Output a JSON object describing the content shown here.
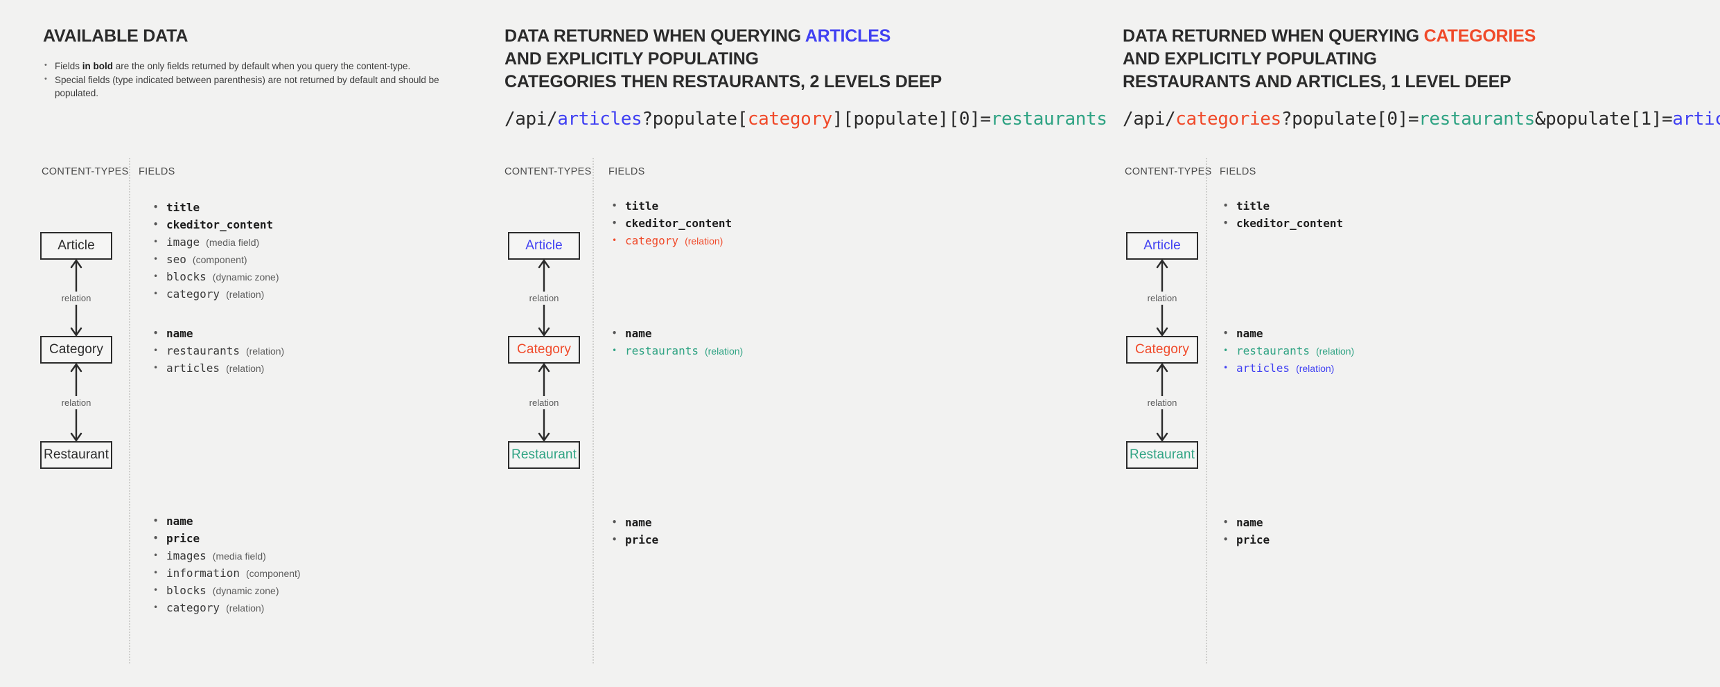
{
  "colors": {
    "background": "#f2f2f1",
    "ink": "#2b2b2b",
    "blue": "#4040f2",
    "red": "#f04a2a",
    "green": "#2fa383",
    "divider": "#cfcfcd"
  },
  "captions": {
    "content_types": "CONTENT-TYPES",
    "fields": "FIELDS",
    "relation": "relation"
  },
  "panels": [
    {
      "id": "available-data",
      "heading": {
        "lines": [
          [
            {
              "text": "AVAILABLE DATA",
              "color": "ink"
            }
          ]
        ]
      },
      "intro_bullets": [
        {
          "pre": "Fields ",
          "bold": "in bold",
          "post": " are the only fields returned by default when you query the content-type."
        },
        {
          "pre": "Special fields (type indicated between parenthesis) are not returned by default and should be populated.",
          "bold": "",
          "post": ""
        }
      ],
      "query": null,
      "nodes": [
        {
          "name": "Article",
          "color": "ink",
          "fields": [
            {
              "label": "title",
              "meta": "",
              "style": "bold"
            },
            {
              "label": "ckeditor_content",
              "meta": "",
              "style": "bold"
            },
            {
              "label": "image",
              "meta": "(media field)",
              "style": "normal"
            },
            {
              "label": "seo",
              "meta": "(component)",
              "style": "normal"
            },
            {
              "label": "blocks",
              "meta": "(dynamic zone)",
              "style": "normal"
            },
            {
              "label": "category",
              "meta": "(relation)",
              "style": "normal"
            }
          ]
        },
        {
          "name": "Category",
          "color": "ink",
          "fields": [
            {
              "label": "name",
              "meta": "",
              "style": "bold"
            },
            {
              "label": "restaurants",
              "meta": "(relation)",
              "style": "normal"
            },
            {
              "label": "articles",
              "meta": "(relation)",
              "style": "normal"
            }
          ]
        },
        {
          "name": "Restaurant",
          "color": "ink",
          "fields": [
            {
              "label": "name",
              "meta": "",
              "style": "bold"
            },
            {
              "label": "price",
              "meta": "",
              "style": "bold"
            },
            {
              "label": "images",
              "meta": "(media field)",
              "style": "normal"
            },
            {
              "label": "information",
              "meta": "(component)",
              "style": "normal"
            },
            {
              "label": "blocks",
              "meta": "(dynamic zone)",
              "style": "normal"
            },
            {
              "label": "category",
              "meta": "(relation)",
              "style": "normal"
            }
          ]
        }
      ]
    },
    {
      "id": "query-articles",
      "heading": {
        "lines": [
          [
            {
              "text": "DATA RETURNED WHEN QUERYING ",
              "color": "ink"
            },
            {
              "text": "ARTICLES",
              "color": "blue"
            }
          ],
          [
            {
              "text": "AND EXPLICITLY POPULATING",
              "color": "ink"
            }
          ],
          [
            {
              "text": "CATEGORIES THEN RESTAURANTS, 2 LEVELS DEEP",
              "color": "ink"
            }
          ]
        ]
      },
      "intro_bullets": [],
      "query": [
        {
          "text": "/api/",
          "color": "ink"
        },
        {
          "text": "articles",
          "color": "blue"
        },
        {
          "text": "?populate[",
          "color": "ink"
        },
        {
          "text": "category",
          "color": "red"
        },
        {
          "text": "][populate][0]=",
          "color": "ink"
        },
        {
          "text": "restaurants",
          "color": "green"
        }
      ],
      "nodes": [
        {
          "name": "Article",
          "color": "blue",
          "fields": [
            {
              "label": "title",
              "meta": "",
              "style": "bold"
            },
            {
              "label": "ckeditor_content",
              "meta": "",
              "style": "bold"
            },
            {
              "label": "category",
              "meta": "(relation)",
              "style": "red"
            }
          ]
        },
        {
          "name": "Category",
          "color": "red",
          "fields": [
            {
              "label": "name",
              "meta": "",
              "style": "bold"
            },
            {
              "label": "restaurants",
              "meta": "(relation)",
              "style": "green"
            }
          ]
        },
        {
          "name": "Restaurant",
          "color": "green",
          "fields": [
            {
              "label": "name",
              "meta": "",
              "style": "bold"
            },
            {
              "label": "price",
              "meta": "",
              "style": "bold"
            }
          ]
        }
      ]
    },
    {
      "id": "query-categories",
      "heading": {
        "lines": [
          [
            {
              "text": "DATA RETURNED WHEN QUERYING ",
              "color": "ink"
            },
            {
              "text": "CATEGORIES",
              "color": "red"
            }
          ],
          [
            {
              "text": "AND EXPLICITLY POPULATING",
              "color": "ink"
            }
          ],
          [
            {
              "text": "RESTAURANTS AND ARTICLES, 1 LEVEL DEEP",
              "color": "ink"
            }
          ]
        ]
      },
      "intro_bullets": [],
      "query": [
        {
          "text": "/api/",
          "color": "ink"
        },
        {
          "text": "categories",
          "color": "red"
        },
        {
          "text": "?populate[0]=",
          "color": "ink"
        },
        {
          "text": "restaurants",
          "color": "green"
        },
        {
          "text": "&populate[1]=",
          "color": "ink"
        },
        {
          "text": "articles",
          "color": "blue"
        }
      ],
      "nodes": [
        {
          "name": "Article",
          "color": "blue",
          "fields": [
            {
              "label": "title",
              "meta": "",
              "style": "bold"
            },
            {
              "label": "ckeditor_content",
              "meta": "",
              "style": "bold"
            }
          ]
        },
        {
          "name": "Category",
          "color": "red",
          "fields": [
            {
              "label": "name",
              "meta": "",
              "style": "bold"
            },
            {
              "label": "restaurants",
              "meta": "(relation)",
              "style": "green"
            },
            {
              "label": "articles",
              "meta": "(relation)",
              "style": "blue"
            }
          ]
        },
        {
          "name": "Restaurant",
          "color": "green",
          "fields": [
            {
              "label": "name",
              "meta": "",
              "style": "bold"
            },
            {
              "label": "price",
              "meta": "",
              "style": "bold"
            }
          ]
        }
      ]
    }
  ]
}
